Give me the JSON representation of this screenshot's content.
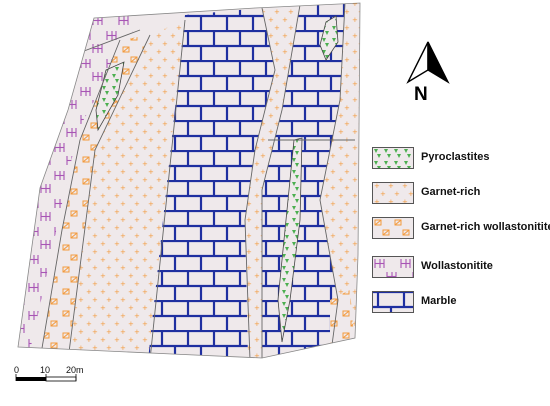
{
  "title": "",
  "north": {
    "label": "N"
  },
  "scale_bar": {
    "ticks": [
      "0",
      "10",
      "20m"
    ]
  },
  "legend": [
    {
      "id": "pyroclastites",
      "label": "Pyroclastites"
    },
    {
      "id": "garnet-rich",
      "label": "Garnet-rich"
    },
    {
      "id": "garnet-rich-wollastonitite",
      "label": "Garnet-rich wollastonitite"
    },
    {
      "id": "wollastonitite",
      "label": "Wollastonitite"
    },
    {
      "id": "marble",
      "label": "Marble"
    }
  ],
  "colors": {
    "background_fill": "#efe9eb",
    "marble": "#1f2fa0",
    "garnet": "#f39a3c",
    "wollastonitite": "#a855b5",
    "pyroclastites": "#4caf50",
    "contact_line": "#555555"
  }
}
